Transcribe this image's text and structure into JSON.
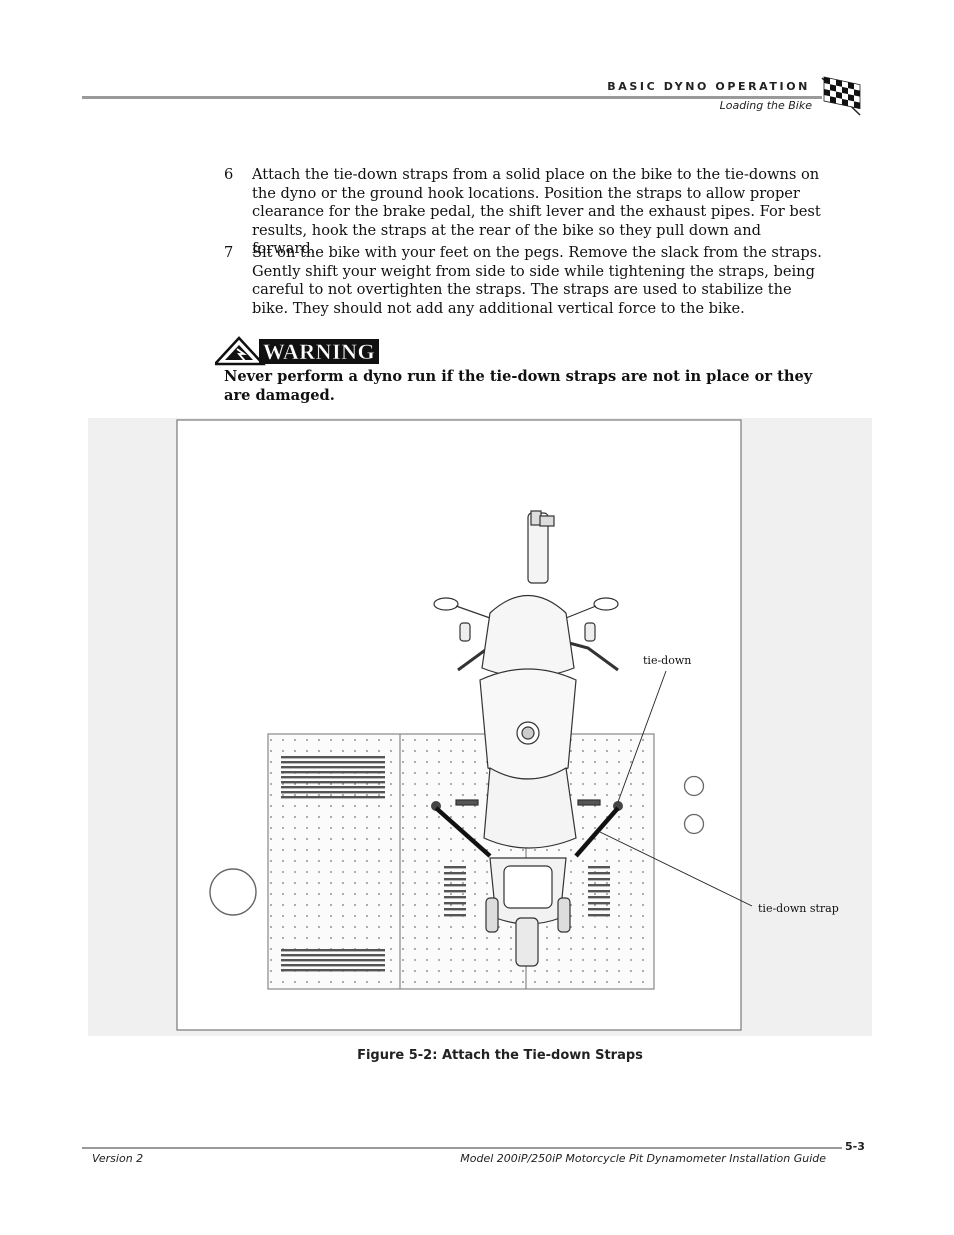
{
  "header": {
    "section": "BASIC DYNO OPERATION",
    "subsection": "Loading the Bike"
  },
  "steps": [
    {
      "number": "6",
      "text": "Attach the tie-down straps from a solid place on the bike to the tie-downs on the dyno or the ground hook locations. Position the straps to allow proper clearance for the brake pedal, the shift lever and the exhaust pipes. For best results, hook the straps at the rear of the bike so they pull down and forward."
    },
    {
      "number": "7",
      "text": "Sit on the bike with your feet on the pegs. Remove the slack from the straps. Gently shift your weight from side to side while tightening the straps, being careful to not overtighten the straps. The straps are used to stabilize the bike. They should not add any additional vertical force to the bike."
    }
  ],
  "warning": {
    "badge": "WARNING",
    "text": "Never perform a dyno run if the tie-down straps are not in place or they are damaged."
  },
  "figure": {
    "labels": {
      "tie_down": "tie-down",
      "tie_down_strap": "tie-down strap"
    },
    "caption": "Figure 5-2: Attach the Tie-down Straps"
  },
  "footer": {
    "page_number": "5-3",
    "version": "Version 2",
    "guide_title": "Model 200iP/250iP Motorcycle Pit Dynamometer Installation Guide"
  }
}
